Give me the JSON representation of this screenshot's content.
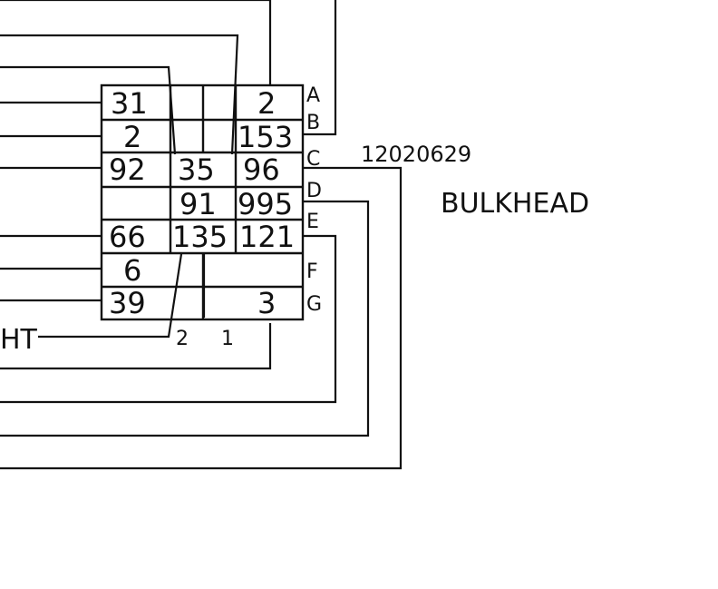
{
  "connector": {
    "part_number": "12020629",
    "name": "BULKHEAD",
    "row_letters": [
      "A",
      "B",
      "C",
      "D",
      "E",
      "F",
      "G"
    ],
    "cells": {
      "a1": "31",
      "a4": "2",
      "b1": "2",
      "b4": "153",
      "c1": "92",
      "c3": "35",
      "c4": "96",
      "d3": "91",
      "d4": "995",
      "e1": "66",
      "e3": "135",
      "e4": "121",
      "f1": "6",
      "g1": "39",
      "g4": "3"
    }
  },
  "cut_label": "HT",
  "lower_labels": {
    "left": "2",
    "right": "1"
  }
}
